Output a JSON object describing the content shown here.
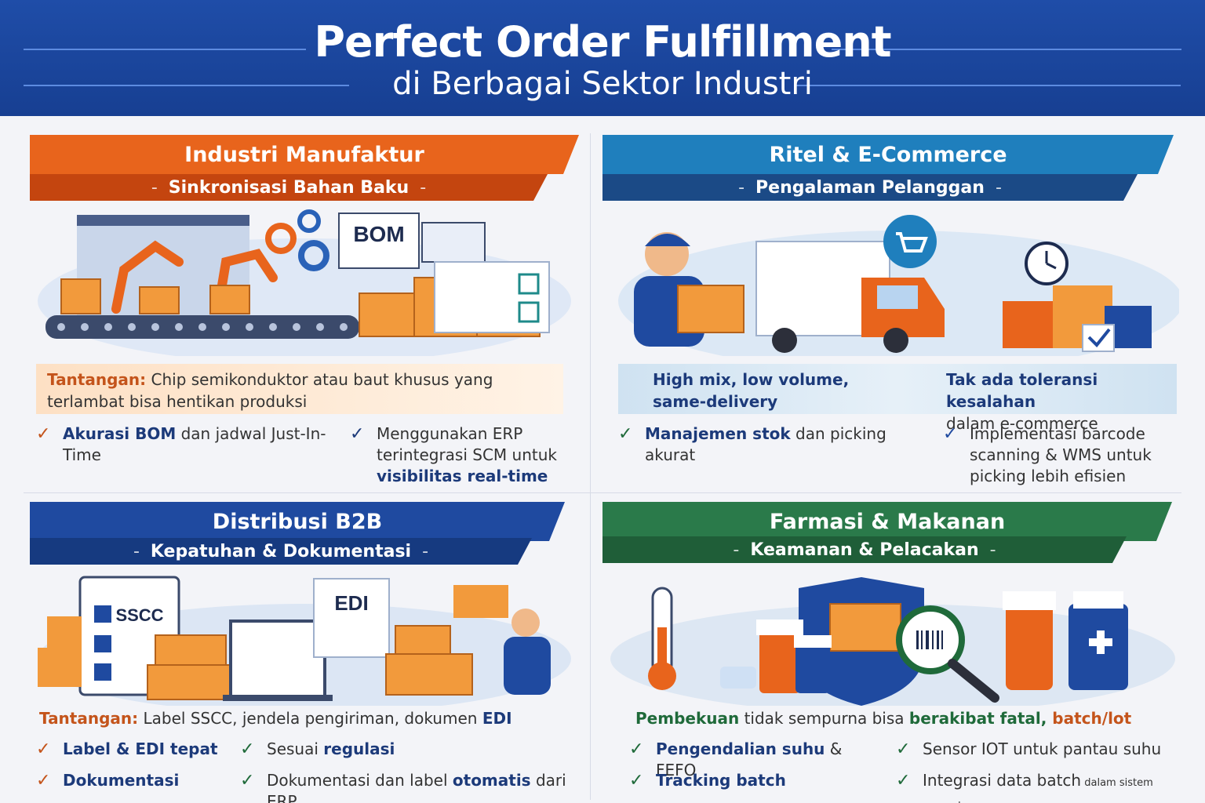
{
  "header": {
    "title": "Perfect Order Fulfillment",
    "subtitle": "di Berbagai Sektor Industri"
  },
  "colors": {
    "header_blue": "#1a4499",
    "manufacturing_orange": "#e8641c",
    "retail_blue": "#1f7fbd",
    "b2b_navy": "#1f4aa0",
    "pharma_green": "#2a7a4a"
  },
  "manufacturing": {
    "title": "Industri Manufaktur",
    "subtitle": "Sinkronisasi Bahan Baku",
    "illustration_label": "BOM",
    "challenge_label": "Tantangan:",
    "challenge_text": "Chip semikonduktor atau baut khusus yang terlambat bisa hentikan produksi",
    "checks": [
      {
        "bold": "Akurasi BOM",
        "text": " dan jadwal Just-In-Time"
      },
      {
        "pre": "Menggunakan ERP terintegrasi SCM  untuk ",
        "bold": "visibilitas real-time"
      }
    ]
  },
  "retail": {
    "title": "Ritel & E-Commerce",
    "subtitle": "Pengalaman Pelanggan",
    "challenge_left": "High mix, low volume, same-delivery",
    "challenge_right_bold": "Tak ada toleransi kesalahan",
    "challenge_right": "dalam e-commerce",
    "checks": [
      {
        "bold": "Manajemen stok",
        "text": " dan picking akurat"
      },
      {
        "text": "Implementasi barcode scanning & WMS untuk picking lebih efisien"
      }
    ]
  },
  "b2b": {
    "title": "Distribusi B2B",
    "subtitle": "Kepatuhan & Dokumentasi",
    "illustration_labels": [
      "SSCC",
      "EDI"
    ],
    "challenge_label": "Tantangan:",
    "challenge_text": " Label SSCC, jendela pengiriman, dokumen ",
    "challenge_bold": "EDI",
    "checks": [
      {
        "bold": "Label & EDI tepat"
      },
      {
        "pre": "Sesuai ",
        "bold": "regulasi"
      },
      {
        "bold": "Dokumentasi"
      },
      {
        "pre": "Dokumentasi dan label ",
        "bold": "otomatis",
        "text": " dari ERP"
      }
    ]
  },
  "pharma": {
    "title": "Farmasi & Makanan",
    "subtitle": "Keamanan & Pelacakan",
    "challenge_label": "Pembekuan",
    "challenge_text": " tidak sempurna bisa ",
    "challenge_bold": "berakibat fatal,",
    "challenge_tail": " batch/lot",
    "checks": [
      {
        "bold": "Pengendalian suhu",
        "text": " & FEFO"
      },
      {
        "text": "Sensor IOT untuk pantau suhu"
      },
      {
        "bold": "Tracking batch"
      },
      {
        "text": "Integrasi data batch",
        "small": " dalam sistem pemeuhan"
      }
    ]
  }
}
